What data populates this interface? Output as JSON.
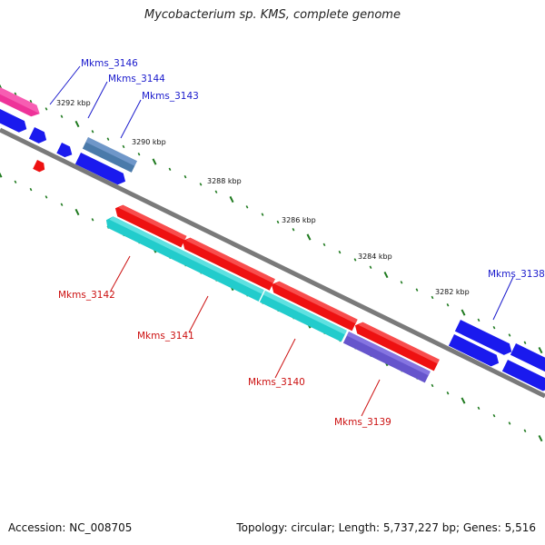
{
  "title": "Mycobacterium sp. KMS, complete genome",
  "accession_text": "Accession: NC_008705",
  "summary_text": "Topology: circular; Length: 5,737,227 bp; Genes: 5,516",
  "colors": {
    "backbone": "#7a7a7a",
    "tick": "#1f7a1f",
    "cds_forward": "#1a1aee",
    "cds_reverse": "#ee1111",
    "rna": "#22cccc",
    "highlight_pink": "#ee3399",
    "highlight_steel": "#4a7aaa",
    "highlight_purple": "#6655cc",
    "label_blue": "#1a1acc",
    "label_red": "#cc1111"
  },
  "ticks": [
    "3292 kbp",
    "3290 kbp",
    "3288 kbp",
    "3286 kbp",
    "3284 kbp",
    "3282 kbp"
  ],
  "gene_labels_top": [
    "Mkms_3146",
    "Mkms_3144",
    "Mkms_3143",
    "Mkms_3138"
  ],
  "gene_labels_bottom": [
    "Mkms_3142",
    "Mkms_3141",
    "Mkms_3140",
    "Mkms_3139"
  ]
}
